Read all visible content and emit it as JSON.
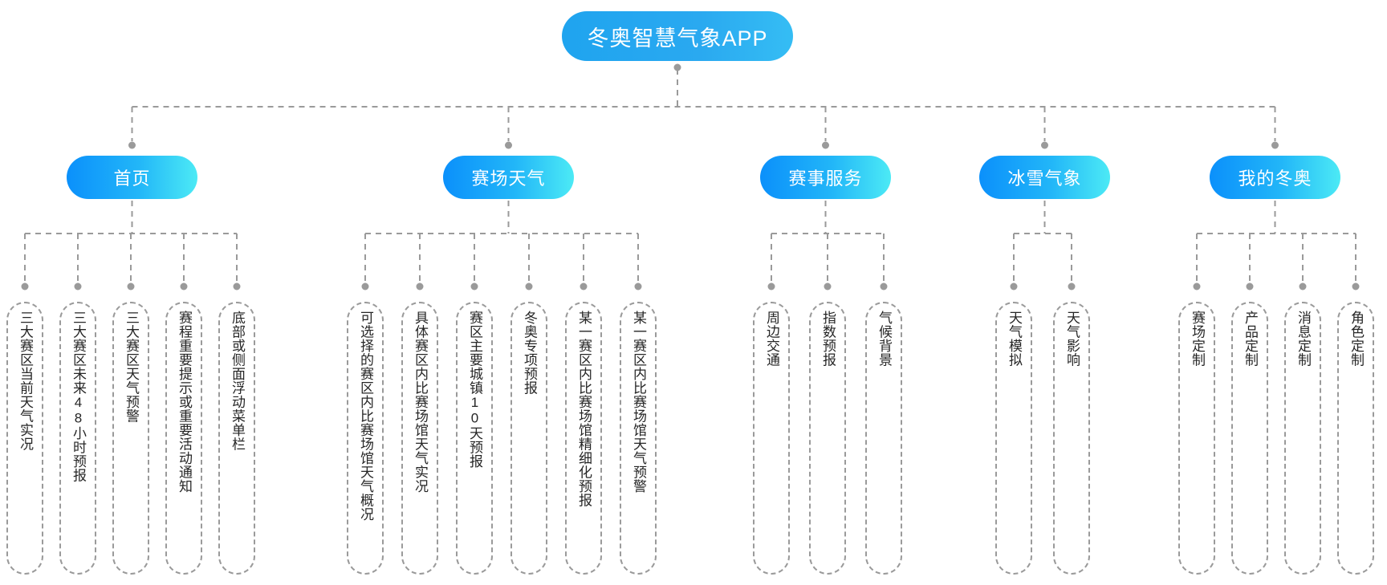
{
  "diagram": {
    "type": "tree-mindmap",
    "orientation": "top-down",
    "colors": {
      "root_fill_start": "#1fa4ef",
      "root_fill_end": "#35bdf4",
      "section_fill_start": "#0b90fb",
      "section_fill_end": "#4ceaf5",
      "connector": "#9a9a9a",
      "leaf_border": "#9a9a9a",
      "leaf_text": "#262626",
      "node_text": "#ffffff",
      "background": "#ffffff"
    },
    "root": {
      "label": "冬奥智慧气象APP"
    },
    "sections": [
      {
        "id": "home",
        "label": "首页",
        "leaves": [
          {
            "label": "三大赛区当前天气实况"
          },
          {
            "label": "三大赛区未来48小时预报"
          },
          {
            "label": "三大赛区天气预警"
          },
          {
            "label": "赛程重要提示或重要活动通知"
          },
          {
            "label": "底部或侧面浮动菜单栏"
          }
        ]
      },
      {
        "id": "venue-weather",
        "label": "赛场天气",
        "leaves": [
          {
            "label": "可选择的赛区内比赛场馆天气概况"
          },
          {
            "label": "具体赛区内比赛场馆天气实况"
          },
          {
            "label": "赛区主要城镇10天预报"
          },
          {
            "label": "冬奥专项预报"
          },
          {
            "label": "某一赛区内比赛场馆精细化预报"
          },
          {
            "label": "某一赛区内比赛场馆天气预警"
          }
        ]
      },
      {
        "id": "event-service",
        "label": "赛事服务",
        "leaves": [
          {
            "label": "周边交通"
          },
          {
            "label": "指数预报"
          },
          {
            "label": "气候背景"
          }
        ]
      },
      {
        "id": "ice-snow",
        "label": "冰雪气象",
        "leaves": [
          {
            "label": "天气模拟"
          },
          {
            "label": "天气影响"
          }
        ]
      },
      {
        "id": "my-olympics",
        "label": "我的冬奥",
        "leaves": [
          {
            "label": "赛场定制"
          },
          {
            "label": "产品定制"
          },
          {
            "label": "消息定制"
          },
          {
            "label": "角色定制"
          }
        ]
      }
    ]
  }
}
